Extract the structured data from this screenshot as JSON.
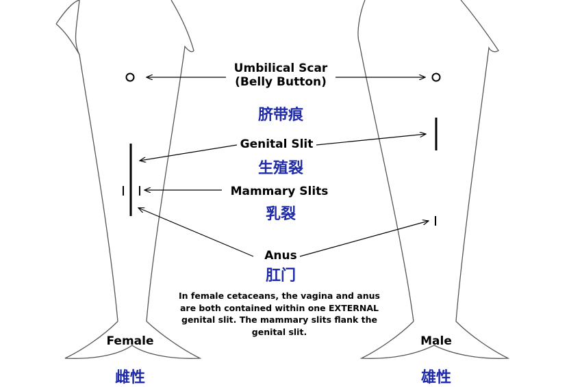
{
  "labels": {
    "umbilical_line1": "Umbilical Scar",
    "umbilical_line2": "(Belly Button)",
    "umbilical_cn": "脐带痕",
    "genital_slit": "Genital Slit",
    "genital_slit_cn": "生殖裂",
    "mammary_slits": "Mammary Slits",
    "mammary_slits_cn": "乳裂",
    "anus": "Anus",
    "anus_cn": "肛门"
  },
  "female": {
    "label": "Female",
    "label_cn": "雌性"
  },
  "male": {
    "label": "Male",
    "label_cn": "雄性"
  },
  "note": "In female cetaceans, the vagina and anus are both contained within one EXTERNAL genital slit.  The mammary slits flank the genital slit."
}
